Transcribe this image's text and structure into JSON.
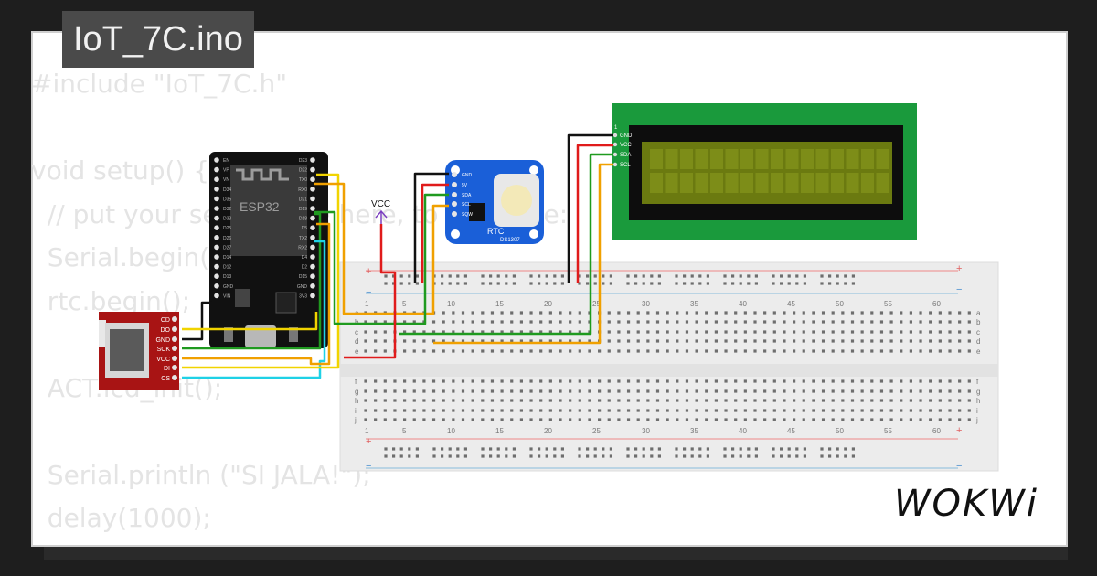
{
  "title": "IoT_7C.ino",
  "code_lines": [
    "#include \"IoT_7C.h\"",
    "",
    "void setup() {",
    "  // put your setup code here, to run once:",
    "  Serial.begin(115200);",
    "  rtc.begin();",
    "",
    "  ACT.lcd_init();",
    "",
    "  Serial.println (\"SI JALA!\");",
    "  delay(1000);"
  ],
  "esp32": {
    "label": "ESP32",
    "left_pins": [
      "EN",
      "VP",
      "VN",
      "D34",
      "D35",
      "D32",
      "D33",
      "D25",
      "D26",
      "D27",
      "D14",
      "D12",
      "D13",
      "GND",
      "VIN"
    ],
    "right_pins": [
      "D23",
      "D22",
      "TX0",
      "RX0",
      "D21",
      "D19",
      "D18",
      "D5",
      "TX2",
      "RX2",
      "D4",
      "D2",
      "D15",
      "GND",
      "3V3"
    ]
  },
  "sd_card": {
    "pins": [
      "CD",
      "DO",
      "GND",
      "SCK",
      "VCC",
      "DI",
      "CS"
    ]
  },
  "rtc": {
    "label": "RTC",
    "model": "DS1307",
    "pins": [
      "GND",
      "5V",
      "SDA",
      "SCL",
      "SQW"
    ]
  },
  "lcd": {
    "pins": [
      "GND",
      "VCC",
      "SDA",
      "SCL"
    ],
    "pin1_marker": "1"
  },
  "vcc_label": "VCC",
  "breadboard": {
    "column_numbers": [
      "1",
      "5",
      "10",
      "15",
      "20",
      "25",
      "30",
      "35",
      "40",
      "45",
      "50",
      "55",
      "60"
    ],
    "top_row_letters": [
      "a",
      "b",
      "c",
      "d",
      "e"
    ],
    "bottom_row_letters": [
      "f",
      "g",
      "h",
      "i",
      "j"
    ],
    "rail_plus": "+",
    "rail_minus": "−"
  },
  "brand": "WOKWi",
  "wire_colors": {
    "black": "#111111",
    "red": "#e01b1b",
    "green": "#1f9a1f",
    "orange": "#f0a000",
    "yellow": "#f1d400",
    "cyan": "#1fd1e6"
  }
}
